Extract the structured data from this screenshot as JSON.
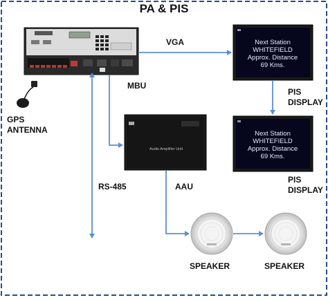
{
  "title": "PA & PIS",
  "labels": {
    "vga": "VGA",
    "mbu": "MBU",
    "gps_antenna_line1": "GPS",
    "gps_antenna_line2": "ANTENNA",
    "rs485": "RS-485",
    "aau": "AAU",
    "pis_display_1_line1": "PIS",
    "pis_display_1_line2": "DISPLAY",
    "pis_display_2_line1": "PIS",
    "pis_display_2_line2": "DISPLAY",
    "speaker_1": "SPEAKER",
    "speaker_2": "SPEAKER"
  },
  "display_screen": {
    "line1": "Next Station",
    "line2": "WHITEFIELD",
    "line3": "Approx. Distance",
    "line4": "69 Kms."
  },
  "aau_panel_text": "Audio Amplifier Unit",
  "colors": {
    "border": "#1f4e8c",
    "arrow": "#5b8fd0",
    "device_dark": "#1c1c1c",
    "screen_bg": "#06061c"
  }
}
